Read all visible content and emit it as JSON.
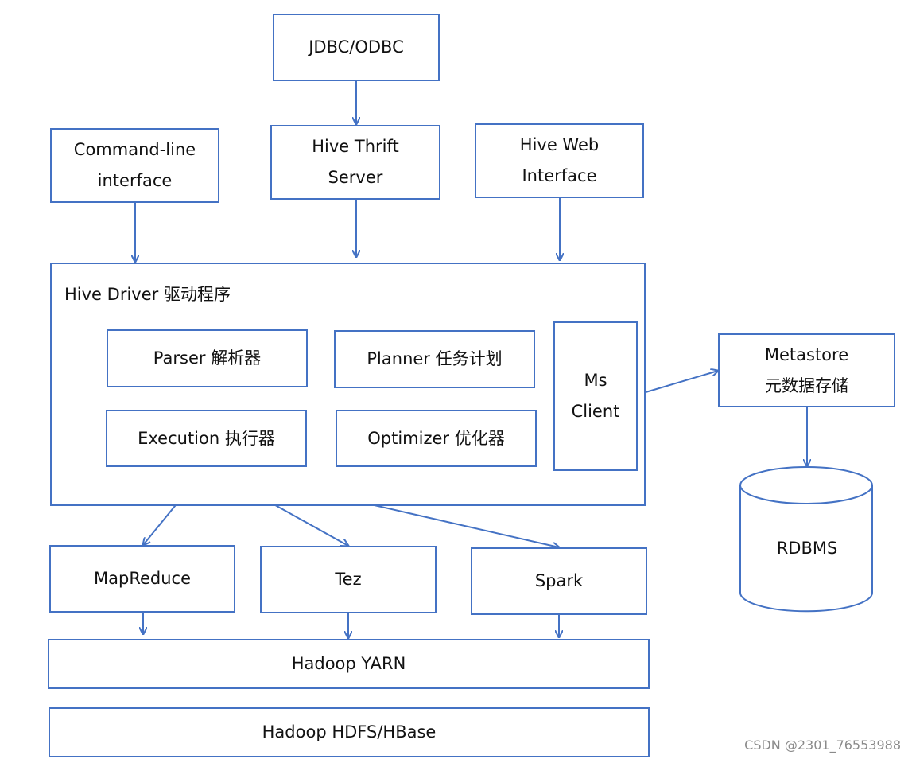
{
  "colors": {
    "stroke": "#4472C4",
    "text": "#111111",
    "watermark": "#8a8a8a"
  },
  "clients": {
    "jdbc": "JDBC/ODBC",
    "cli_line1": "Command-line",
    "cli_line2": "interface",
    "thrift_line1": "Hive Thrift",
    "thrift_line2": "Server",
    "web_line1": "Hive Web",
    "web_line2": "Interface"
  },
  "driver": {
    "title": "Hive Driver 驱动程序",
    "parser": "Parser 解析器",
    "planner": "Planner 任务计划",
    "execution": "Execution 执行器",
    "optimizer": "Optimizer 优化器",
    "ms_line1": "Ms",
    "ms_line2": "Client"
  },
  "metastore": {
    "line1": "Metastore",
    "line2": "元数据存储",
    "db": "RDBMS"
  },
  "engines": {
    "mapreduce": "MapReduce",
    "tez": "Tez",
    "spark": "Spark"
  },
  "storage": {
    "yarn": "Hadoop YARN",
    "hdfs": "Hadoop HDFS/HBase"
  },
  "watermark": "CSDN @2301_76553988"
}
